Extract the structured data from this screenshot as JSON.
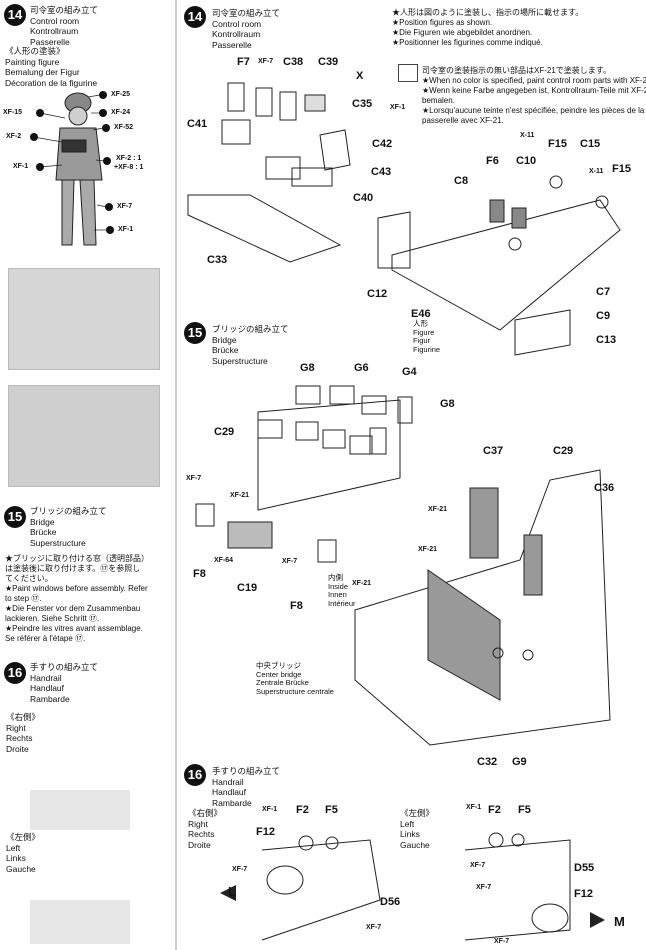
{
  "left_col": {
    "s14": {
      "num": "14",
      "jp": "司令室の組み立て",
      "en": "Control room",
      "de": "Kontrollraum",
      "fr": "Passerelle"
    },
    "paint": {
      "jp": "《人形の塗装》",
      "en": "Painting figure",
      "de": "Bemalung der Figur",
      "fr": "Décoration de la figurine"
    },
    "fig_labels": [
      "XF-25",
      "XF-15",
      "XF-24",
      "XF-2",
      "XF-52",
      "XF-1",
      "XF-2 : 1",
      "+XF-8 : 1",
      "XF-7",
      "XF-1"
    ],
    "s15": {
      "num": "15",
      "jp": "ブリッジの組み立て",
      "en": "Bridge",
      "de": "Brücke",
      "fr": "Superstructure"
    },
    "note": [
      "★ブリッジに取り付ける窓（透明部品）",
      "は塗装後に取り付けます。⑰を参照し",
      "てください。",
      "★Paint windows before assembly. Refer",
      "to step ⑰.",
      "★Die Fenster vor dem Zusammenbau",
      "lackieren. Siehe Schritt ⑰.",
      "★Peindre les vitres avant assemblage.",
      "Se référer à l'étape ⑰."
    ],
    "s16": {
      "num": "16",
      "jp": "手すりの組み立て",
      "en": "Handrail",
      "de": "Handlauf",
      "fr": "Rambarde"
    },
    "right": [
      "《右側》",
      "Right",
      "Rechts",
      "Droite"
    ],
    "left": [
      "《左側》",
      "Left",
      "Links",
      "Gauche"
    ]
  },
  "top": {
    "s14": {
      "num": "14",
      "jp": "司令室の組み立て",
      "en": "Control room",
      "de": "Kontrollraum",
      "fr": "Passerelle"
    },
    "notes1": [
      "★人形は図のように塗装し、指示の場所に載せます。",
      "★Position figures as shown.",
      "★Die Figuren wie abgebildet anordnen.",
      "★Positionner les figurines comme indiqué."
    ],
    "notes2": [
      "司令室の塗装指示の無い部品はXF-21で塗装します。",
      "★When no color is specified, paint control room parts with XF-21.",
      "★Wenn keine Farbe angegeben ist, Kontrollraum-Teile mit XF-21",
      "bemalen.",
      "★Lorsqu'aucune teinte n'est spécifiée, peindre les pièces de la",
      "passerelle avec XF-21."
    ]
  },
  "parts14": [
    "F7",
    "XF-7",
    "C38",
    "C39",
    "X",
    "C35",
    "XF-1",
    "C41",
    "C42",
    "C43",
    "C40",
    "C33",
    "F15",
    "C15",
    "X-11",
    "X-11",
    "F15",
    "F6",
    "C10",
    "C8",
    "C12",
    "E46",
    "人形",
    "Figure",
    "Figur",
    "Figurine",
    "C7",
    "C9",
    "C13"
  ],
  "s15": {
    "num": "15",
    "jp": "ブリッジの組み立て",
    "en": "Bridge",
    "de": "Brücke",
    "fr": "Superstructure"
  },
  "parts15": [
    "G8",
    "G6",
    "G4",
    "G8",
    "C29",
    "XF-7",
    "XF-21",
    "F8",
    "XF-64",
    "C19",
    "XF-7",
    "F8",
    "C37",
    "C29",
    "C36",
    "XF-21",
    "XF-21",
    "XF-21",
    "C32",
    "G9"
  ],
  "inside": [
    "内側",
    "Inside",
    "Innen",
    "Intérieur"
  ],
  "center": [
    "中央ブリッジ",
    "Center bridge",
    "Zentrale Brücke",
    "Superstructure centrale"
  ],
  "s16": {
    "num": "16",
    "jp": "手すりの組み立て",
    "en": "Handrail",
    "de": "Handlauf",
    "fr": "Rambarde"
  },
  "right16": [
    "《右側》",
    "Right",
    "Rechts",
    "Droite"
  ],
  "left16": [
    "《左側》",
    "Left",
    "Links",
    "Gauche"
  ],
  "parts16": [
    "XF-1",
    "F2",
    "F5",
    "F12",
    "XF-7",
    "L",
    "D56",
    "XF-7",
    "XF-1",
    "F2",
    "F5",
    "XF-7",
    "D55",
    "XF-7",
    "F12",
    "M",
    "XF-7"
  ]
}
